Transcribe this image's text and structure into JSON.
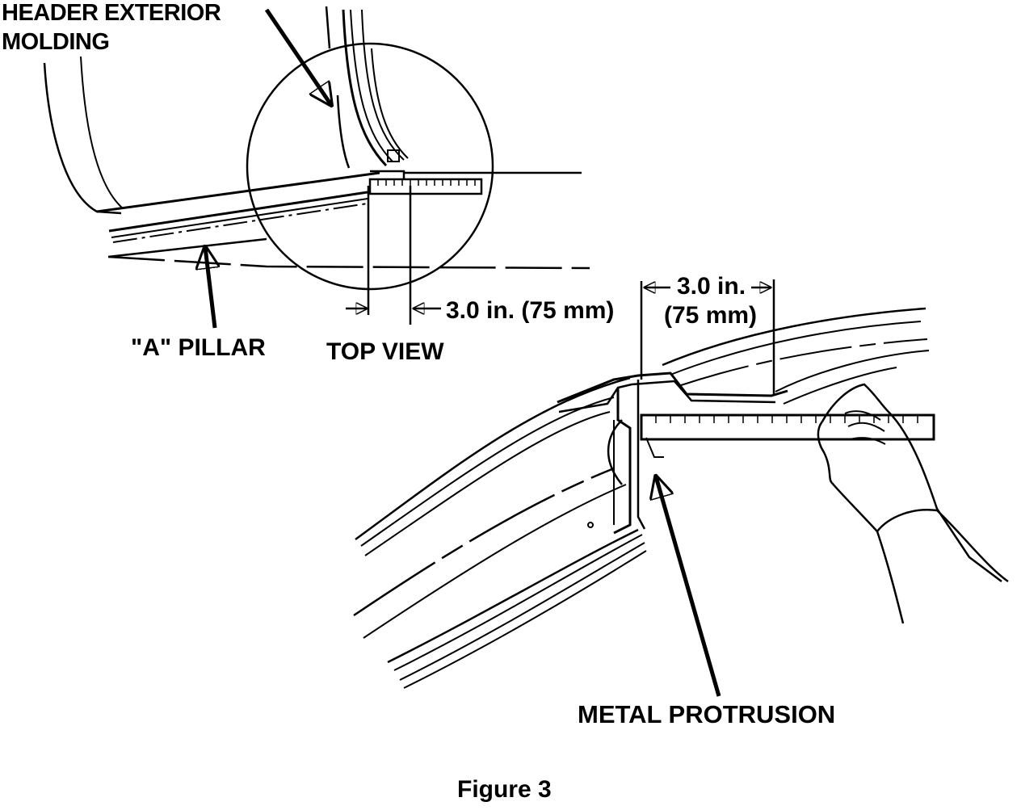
{
  "figure": {
    "caption": "Figure 3"
  },
  "labels": {
    "header_line1": "HEADER EXTERIOR",
    "header_line2": "MOLDING",
    "a_pillar": "\"A\" PILLAR",
    "top_view": "TOP VIEW",
    "dimension_top": "3.0 in. (75 mm)",
    "dimension_detail_line1": "3.0 in.",
    "dimension_detail_line2": "(75 mm)",
    "metal_protrusion": "METAL PROTRUSION"
  },
  "colors": {
    "ink": "#000000",
    "paper": "#ffffff"
  }
}
